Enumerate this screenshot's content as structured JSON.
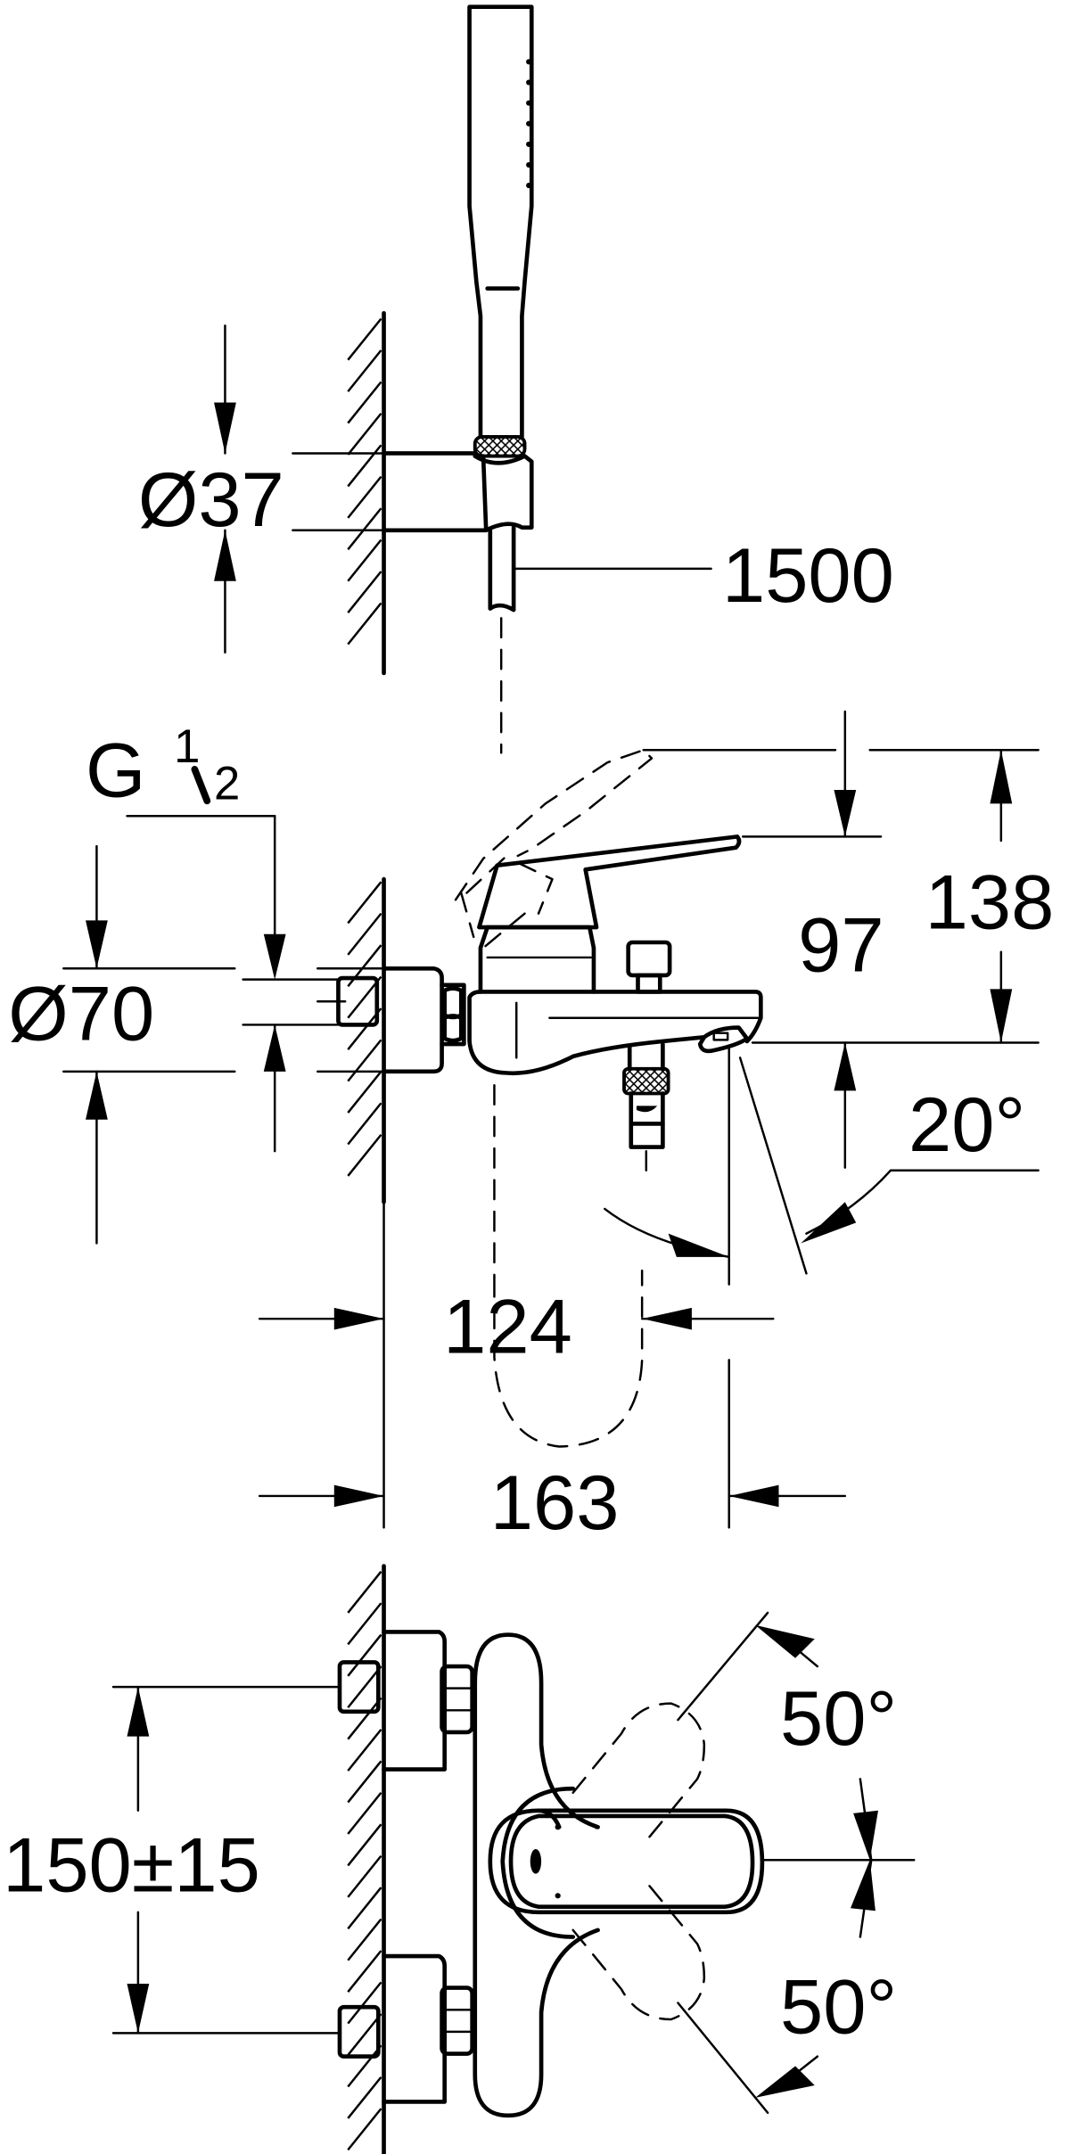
{
  "drawing": {
    "title": "Single-lever bath mixer with hand shower – dimension drawing",
    "colors": {
      "line": "#000000",
      "background": "#ffffff"
    },
    "top_view": {
      "holder_diameter": "Ø37",
      "hose_length": "1500"
    },
    "side_view": {
      "thread": {
        "main": "G",
        "num": "1",
        "den": "2"
      },
      "escutcheon_diameter": "Ø70",
      "lever_height": "97",
      "overall_height": "138",
      "spout_angle": "20°",
      "spout_projection": "124",
      "overall_projection": "163"
    },
    "front_view": {
      "inlet_spacing": "150±15",
      "lever_rotation_up": "50°",
      "lever_rotation_down": "50°"
    }
  }
}
